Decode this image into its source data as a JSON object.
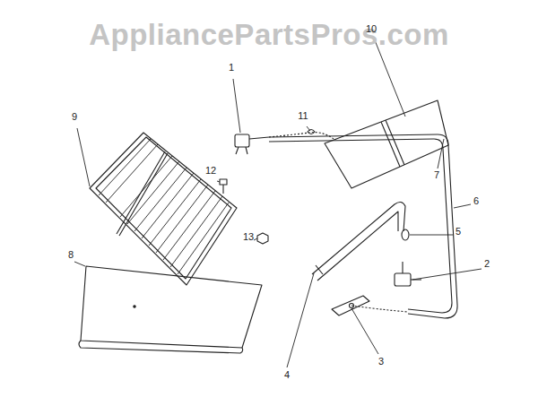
{
  "diagram": {
    "labels": [
      "AppliancePartsPros.com",
      "10",
      "1",
      "11",
      "9",
      "12",
      "7",
      "6",
      "5",
      "13",
      "8",
      "2",
      "4",
      "3"
    ]
  }
}
